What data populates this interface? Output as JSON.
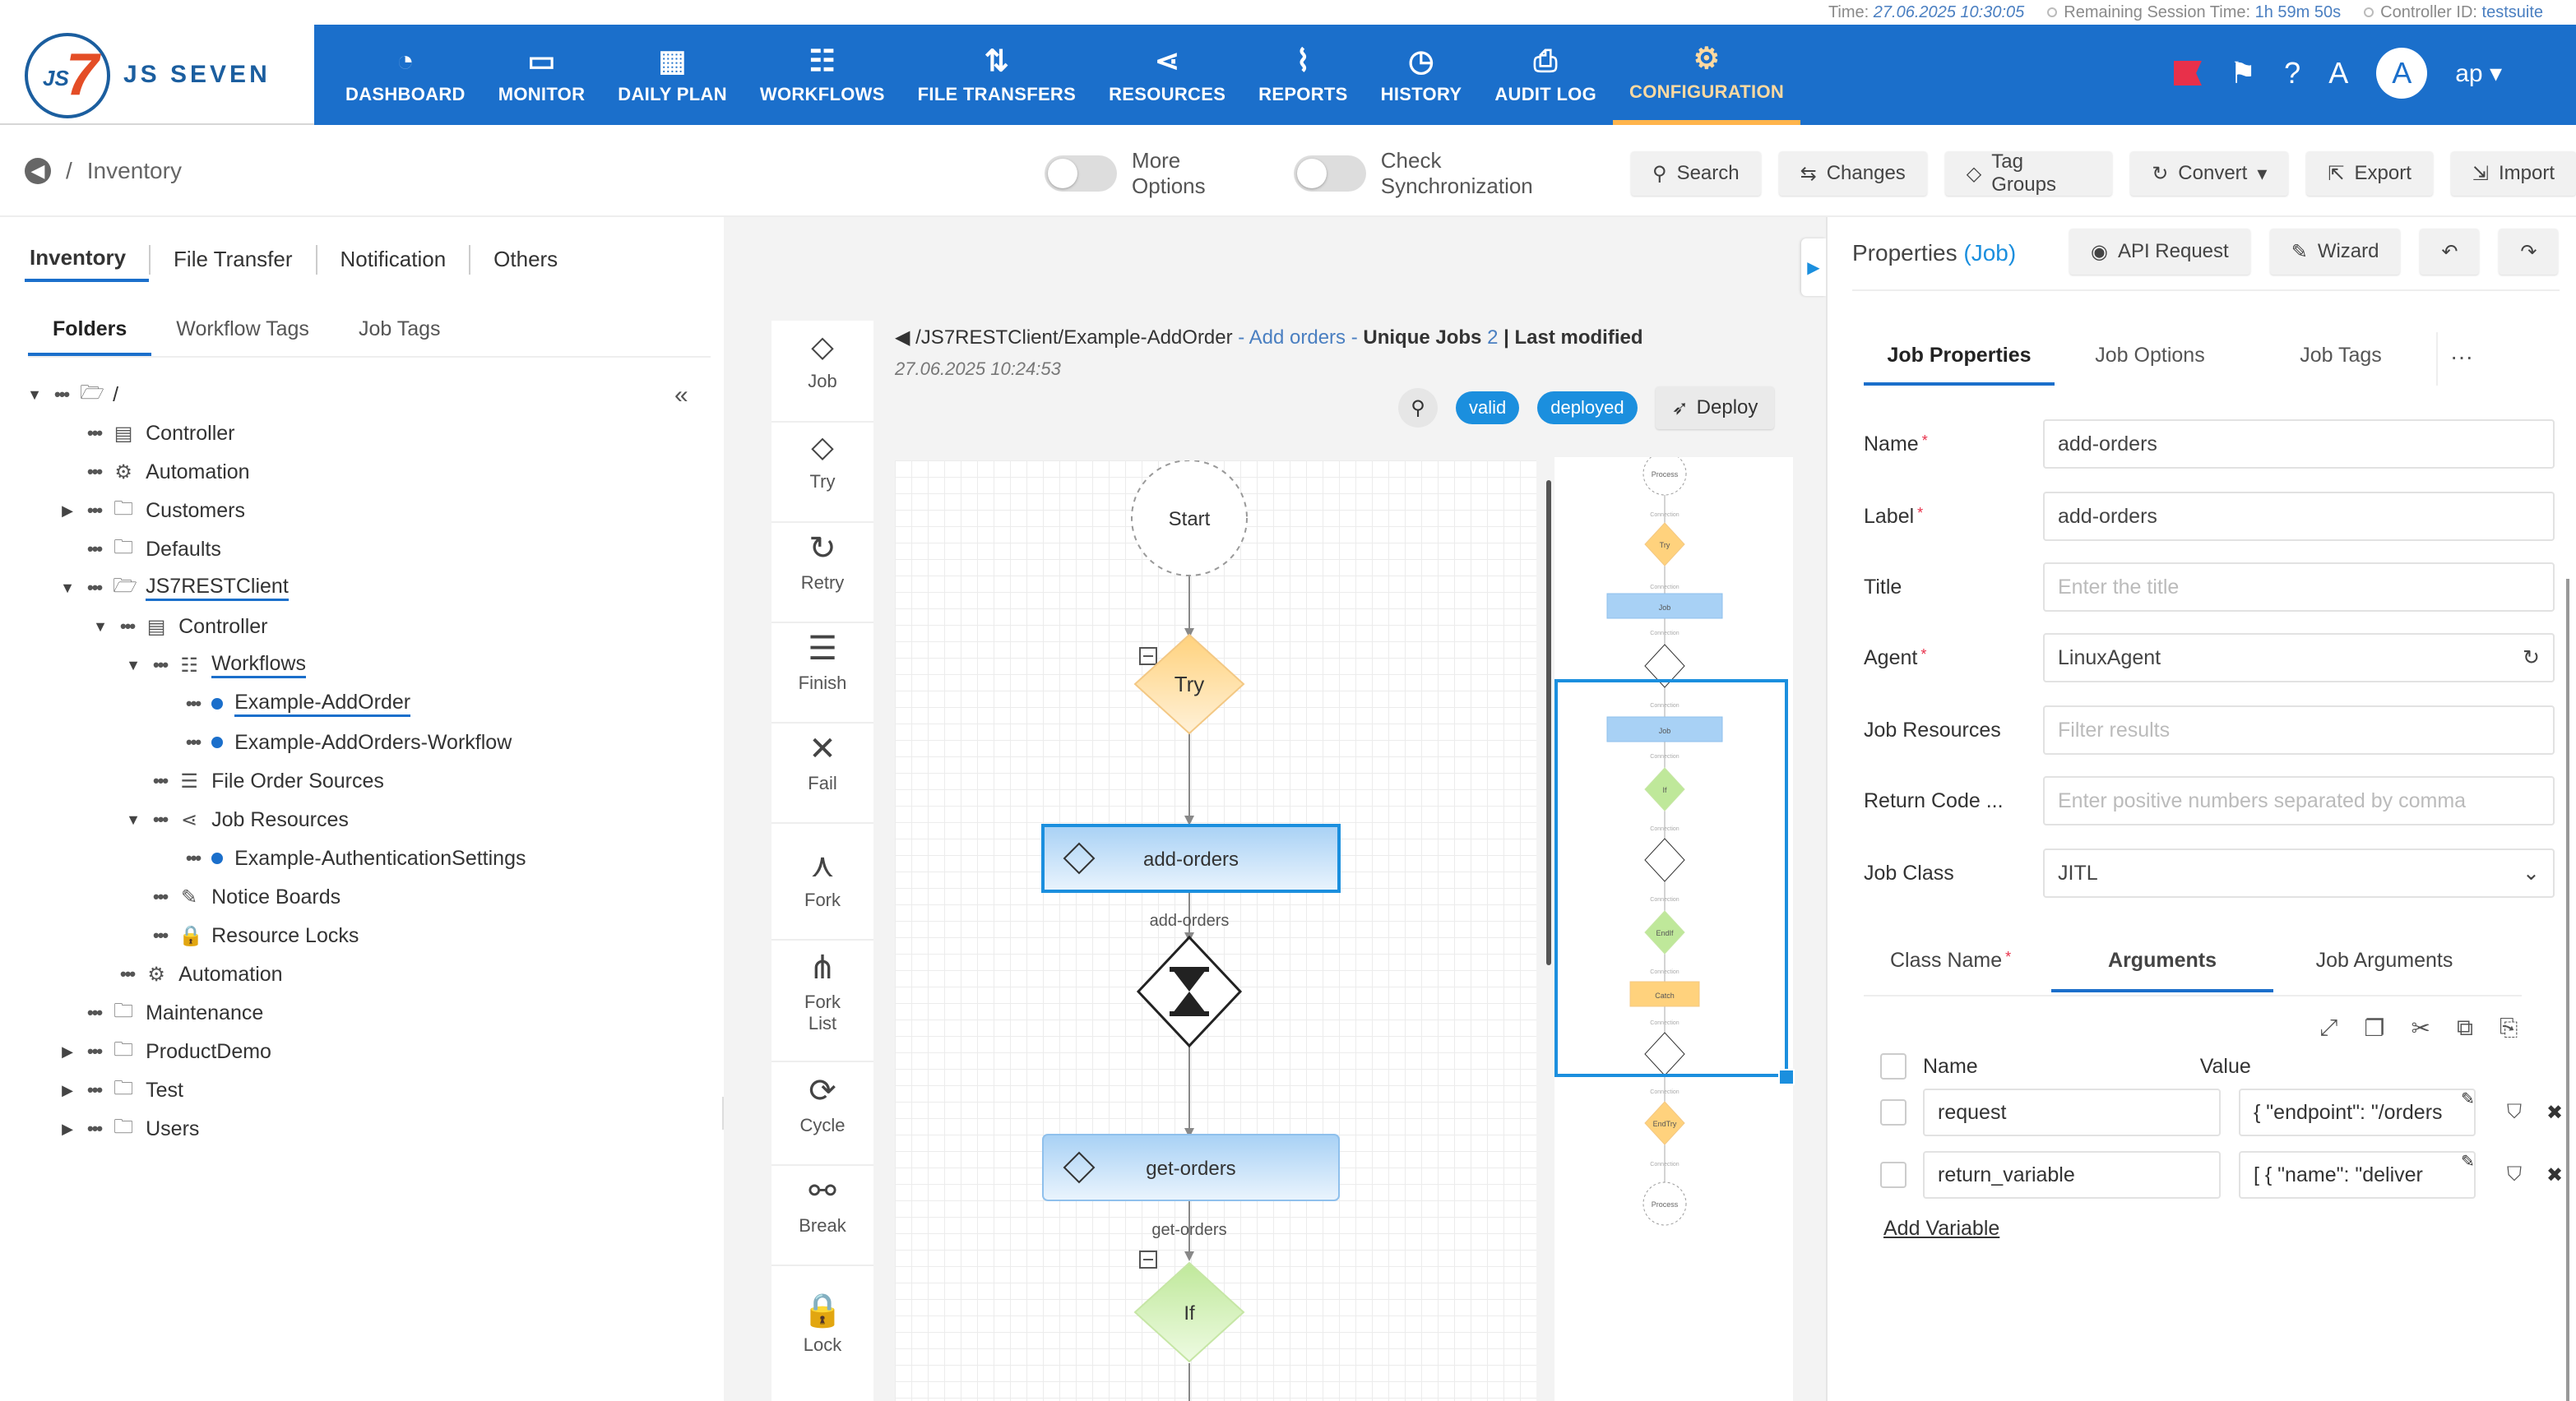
{
  "status": {
    "time_label": "Time:",
    "time_value": "27.06.2025 10:30:05",
    "session_label": "Remaining Session Time:",
    "session_value": "1h 59m 50s",
    "controller_label": "Controller ID:",
    "controller_value": "testsuite"
  },
  "brand": {
    "logo_js": "JS",
    "logo_seven": "7",
    "name": "JS SEVEN"
  },
  "nav": [
    {
      "label": "DASHBOARD",
      "icon": "dashboard-icon"
    },
    {
      "label": "MONITOR",
      "icon": "monitor-icon"
    },
    {
      "label": "DAILY PLAN",
      "icon": "calendar-icon"
    },
    {
      "label": "WORKFLOWS",
      "icon": "workflow-icon"
    },
    {
      "label": "FILE TRANSFERS",
      "icon": "transfer-icon"
    },
    {
      "label": "RESOURCES",
      "icon": "share-icon"
    },
    {
      "label": "REPORTS",
      "icon": "chart-icon"
    },
    {
      "label": "HISTORY",
      "icon": "clock-icon"
    },
    {
      "label": "AUDIT LOG",
      "icon": "audit-icon"
    },
    {
      "label": "CONFIGURATION",
      "icon": "gear-icon",
      "active": true
    }
  ],
  "user": {
    "initial": "A",
    "name": "ap",
    "caret": "▾"
  },
  "toolbar": {
    "breadcrumb_sep": "/",
    "breadcrumb": "Inventory",
    "more_options": "More Options",
    "check_sync": "Check Synchronization",
    "search": "Search",
    "changes": "Changes",
    "tag_groups": "Tag Groups",
    "convert": "Convert",
    "export": "Export",
    "import": "Import"
  },
  "left": {
    "tabs": [
      "Inventory",
      "File Transfer",
      "Notification",
      "Others"
    ],
    "subtabs": [
      "Folders",
      "Workflow Tags",
      "Job Tags"
    ],
    "tree": [
      {
        "label": "/",
        "level": 0,
        "caret": "▼",
        "icon": "folder-open-icon"
      },
      {
        "label": "Controller",
        "level": 1,
        "icon": "controller-icon"
      },
      {
        "label": "Automation",
        "level": 1,
        "icon": "automation-icon"
      },
      {
        "label": "Customers",
        "level": 1,
        "caret": "▶",
        "icon": "folder-icon"
      },
      {
        "label": "Defaults",
        "level": 1,
        "icon": "folder-icon"
      },
      {
        "label": "JS7RESTClient",
        "level": 1,
        "caret": "▼",
        "icon": "folder-open-icon",
        "underline": true
      },
      {
        "label": "Controller",
        "level": 2,
        "caret": "▼",
        "icon": "controller-icon"
      },
      {
        "label": "Workflows",
        "level": 3,
        "caret": "▼",
        "icon": "workflow-icon",
        "underline": true
      },
      {
        "label": "Example-AddOrder",
        "level": 4,
        "bullet": true,
        "underline": true
      },
      {
        "label": "Example-AddOrders-Workflow",
        "level": 4,
        "bullet": true
      },
      {
        "label": "File Order Sources",
        "level": 3,
        "icon": "list-icon"
      },
      {
        "label": "Job Resources",
        "level": 3,
        "caret": "▼",
        "icon": "share-icon"
      },
      {
        "label": "Example-AuthenticationSettings",
        "level": 4,
        "bullet": true
      },
      {
        "label": "Notice Boards",
        "level": 3,
        "icon": "pin-icon"
      },
      {
        "label": "Resource Locks",
        "level": 3,
        "icon": "lock-icon"
      },
      {
        "label": "Automation",
        "level": 2,
        "icon": "automation-icon"
      },
      {
        "label": "Maintenance",
        "level": 1,
        "icon": "folder-icon"
      },
      {
        "label": "ProductDemo",
        "level": 1,
        "caret": "▶",
        "icon": "folder-icon"
      },
      {
        "label": "Test",
        "level": 1,
        "caret": "▶",
        "icon": "folder-icon"
      },
      {
        "label": "Users",
        "level": 1,
        "caret": "▶",
        "icon": "folder-icon"
      }
    ]
  },
  "palette": [
    "Job",
    "Try",
    "Retry",
    "Finish",
    "Fail",
    "Fork",
    "Fork List",
    "Cycle",
    "Break",
    "Lock"
  ],
  "workflow": {
    "path": "/JS7RESTClient/Example-AddOrder",
    "title": "Add orders",
    "dash": "-",
    "unique_label": "Unique Jobs",
    "unique_value": "2",
    "bar": "|",
    "modified_label": "Last modified",
    "modified_value": "27.06.2025 10:24:53",
    "valid": "valid",
    "deployed": "deployed",
    "deploy": "Deploy",
    "nodes": {
      "start": "Start",
      "try": "Try",
      "job1": "add-orders",
      "edge1": "add-orders",
      "job2": "get-orders",
      "edge2": "get-orders",
      "if": "If"
    }
  },
  "minimap": {
    "process": "Process",
    "connection": "Connection",
    "try": "Try",
    "job": "Job",
    "if": "If",
    "endif": "EndIf",
    "catch": "Catch",
    "endtry": "EndTry"
  },
  "properties": {
    "title": "Properties",
    "subtitle": "(Job)",
    "api_request": "API Request",
    "wizard": "Wizard",
    "tabs": [
      "Job Properties",
      "Job Options",
      "Job Tags"
    ],
    "more": "···",
    "fields": [
      {
        "label": "Name",
        "value": "add-orders",
        "required": true
      },
      {
        "label": "Label",
        "value": "add-orders",
        "required": true
      },
      {
        "label": "Title",
        "placeholder": "Enter the title"
      },
      {
        "label": "Agent",
        "value": "LinuxAgent",
        "required": true
      },
      {
        "label": "Job Resources",
        "placeholder": "Filter results"
      },
      {
        "label": "Return Code ...",
        "placeholder": "Enter positive numbers separated by comma"
      },
      {
        "label": "Job Class",
        "value": "JITL"
      }
    ],
    "subtabs": [
      "Class Name",
      "Arguments",
      "Job Arguments"
    ],
    "arg_head": {
      "name": "Name",
      "value": "Value"
    },
    "args": [
      {
        "name": "request",
        "value": "{  \"endpoint\": \"/orders"
      },
      {
        "name": "return_variable",
        "value": "[  {    \"name\": \"deliver"
      }
    ],
    "add_variable": "Add Variable"
  },
  "colors": {
    "header": "#1b6fcb",
    "accent": "#1b8fde",
    "active_nav": "#ffb44c",
    "flag": "#e8304a"
  }
}
